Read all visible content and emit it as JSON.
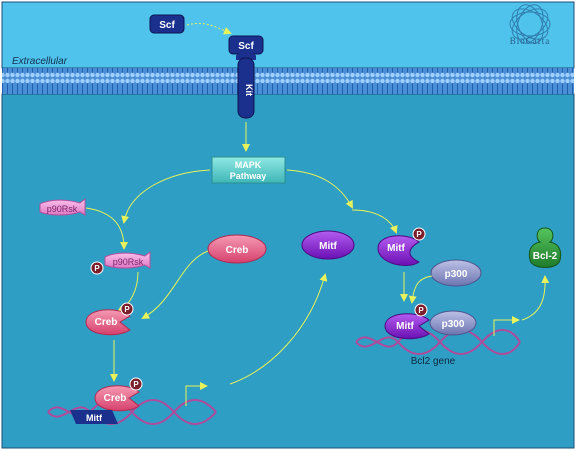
{
  "brand": {
    "name": "BioCarta"
  },
  "regions": {
    "extracellular": "Extracellular"
  },
  "nodes": {
    "scf_free": "Scf",
    "scf_bound": "Scf",
    "kit": "Kit",
    "mapk_line1": "MAPK",
    "mapk_line2": "Pathway",
    "p90rsk": "p90Rsk",
    "p90rsk_phos": "p90Rsk",
    "creb": "Creb",
    "creb_phos": "Creb",
    "creb_dna": "Creb",
    "mitf_dna": "Mitf",
    "mitf": "Mitf",
    "mitf_phos": "Mitf",
    "p300": "p300",
    "mitf_complex": "Mitf",
    "p300_complex": "p300",
    "bcl2": "Bcl-2",
    "bcl2_gene": "Bcl2 gene"
  },
  "phospho_label": "P",
  "colors": {
    "membrane": "#4a8fd6",
    "cytoplasm": "#2f9ec4",
    "extracellular": "#4fc3ec",
    "receptor": "#1b2f8c",
    "mapk": "#5fd3cf",
    "p90rsk": "#f19ad8",
    "creb": "#e8587e",
    "mitf": "#8a1ed8",
    "p300": "#8d95c9",
    "bcl2": "#2f9a3c",
    "dna": "#b04a9c",
    "arrow": "#e8f25a",
    "phospho": "#7a1f2b"
  }
}
